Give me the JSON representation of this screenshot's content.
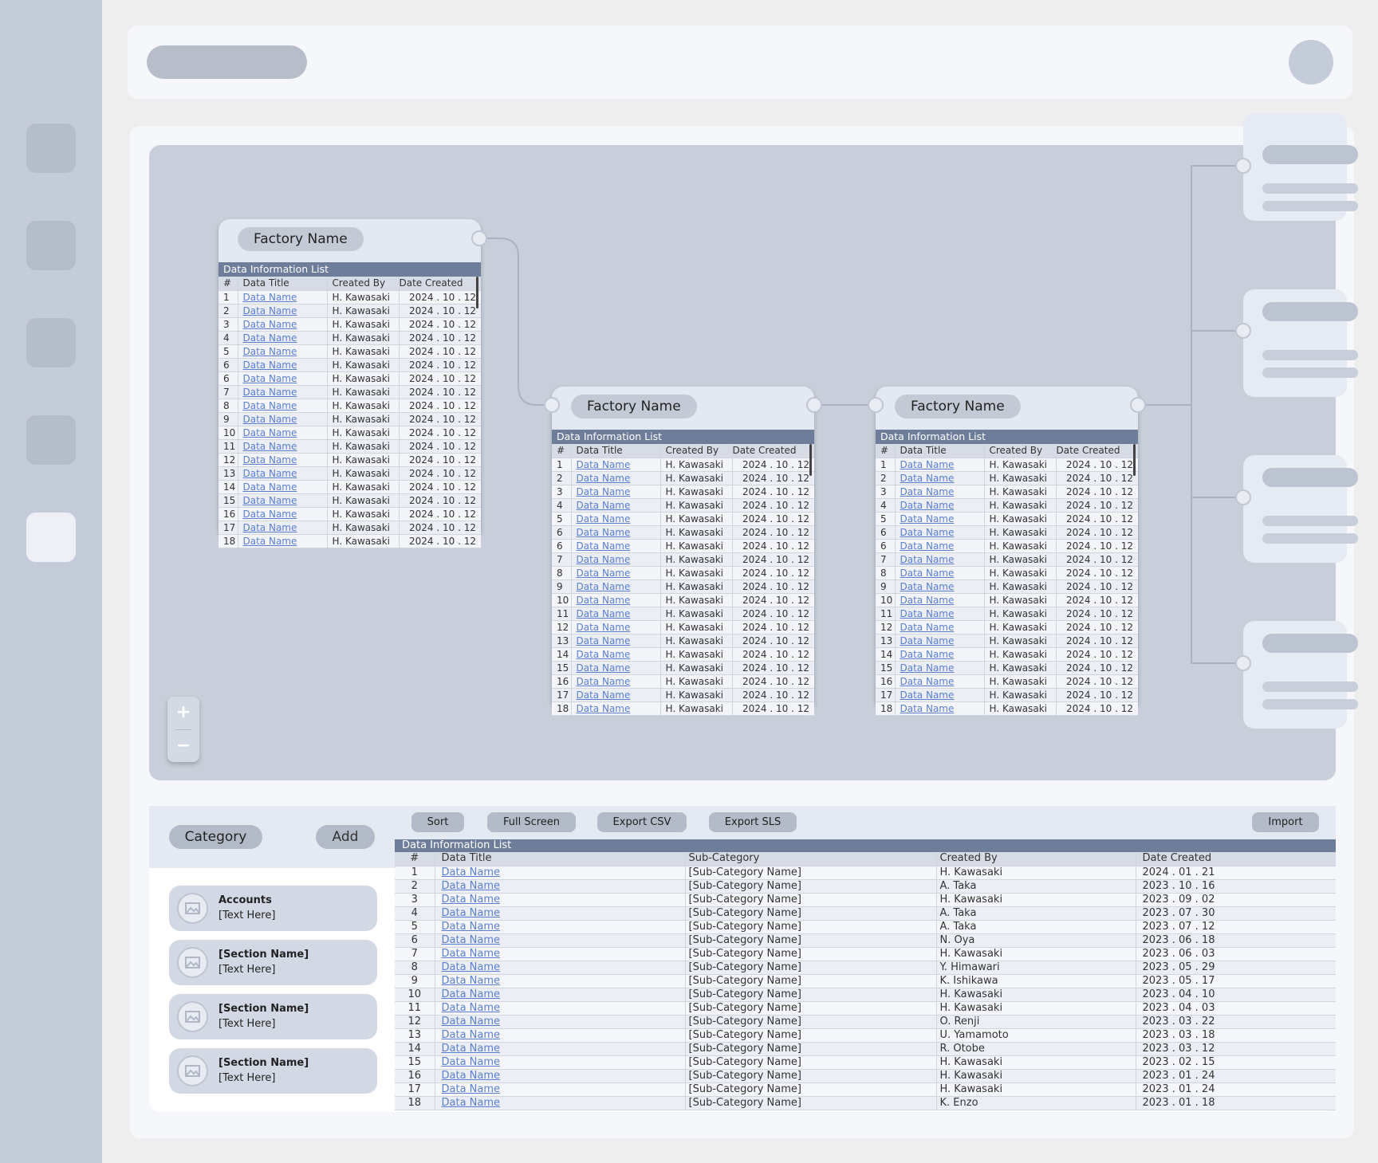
{
  "nodes": [
    {
      "title": "Factory Name",
      "list_title": "Data Information List"
    },
    {
      "title": "Factory Name",
      "list_title": "Data Information List"
    },
    {
      "title": "Factory Name",
      "list_title": "Data Information List"
    }
  ],
  "mini_table": {
    "headers": [
      "#",
      "Data Title",
      "Created By",
      "Date Created"
    ],
    "rows": [
      [
        "1",
        "Data Name",
        "H. Kawasaki",
        "2024 . 10 . 12"
      ],
      [
        "2",
        "Data Name",
        "H. Kawasaki",
        "2024 . 10 . 12"
      ],
      [
        "3",
        "Data Name",
        "H. Kawasaki",
        "2024 . 10 . 12"
      ],
      [
        "4",
        "Data Name",
        "H. Kawasaki",
        "2024 . 10 . 12"
      ],
      [
        "5",
        "Data Name",
        "H. Kawasaki",
        "2024 . 10 . 12"
      ],
      [
        "6",
        "Data Name",
        "H. Kawasaki",
        "2024 . 10 . 12"
      ],
      [
        "6",
        "Data Name",
        "H. Kawasaki",
        "2024 . 10 . 12"
      ],
      [
        "7",
        "Data Name",
        "H. Kawasaki",
        "2024 . 10 . 12"
      ],
      [
        "8",
        "Data Name",
        "H. Kawasaki",
        "2024 . 10 . 12"
      ],
      [
        "9",
        "Data Name",
        "H. Kawasaki",
        "2024 . 10 . 12"
      ],
      [
        "10",
        "Data Name",
        "H. Kawasaki",
        "2024 . 10 . 12"
      ],
      [
        "11",
        "Data Name",
        "H. Kawasaki",
        "2024 . 10 . 12"
      ],
      [
        "12",
        "Data Name",
        "H. Kawasaki",
        "2024 . 10 . 12"
      ],
      [
        "13",
        "Data Name",
        "H. Kawasaki",
        "2024 . 10 . 12"
      ],
      [
        "14",
        "Data Name",
        "H. Kawasaki",
        "2024 . 10 . 12"
      ],
      [
        "15",
        "Data Name",
        "H. Kawasaki",
        "2024 . 10 . 12"
      ],
      [
        "16",
        "Data Name",
        "H. Kawasaki",
        "2024 . 10 . 12"
      ],
      [
        "17",
        "Data Name",
        "H. Kawasaki",
        "2024 . 10 . 12"
      ],
      [
        "18",
        "Data Name",
        "H. Kawasaki",
        "2024 . 10 . 12"
      ]
    ]
  },
  "zoom": {
    "in": "+",
    "out": "−"
  },
  "category": {
    "label": "Category",
    "add": "Add",
    "items": [
      {
        "name": "Accounts",
        "text": "[Text Here]"
      },
      {
        "name": "[Section Name]",
        "text": "[Text Here]"
      },
      {
        "name": "[Section Name]",
        "text": "[Text Here]"
      },
      {
        "name": "[Section Name]",
        "text": "[Text Here]"
      }
    ]
  },
  "toolbar": {
    "sort": "Sort",
    "full_screen": "Full Screen",
    "export_csv": "Export CSV",
    "export_sls": "Export SLS",
    "import": "Import"
  },
  "big_table": {
    "title": "Data Information List",
    "headers": [
      "#",
      "Data Title",
      "Sub-Category",
      "Created By",
      "Date Created"
    ],
    "rows": [
      [
        "1",
        "Data Name",
        "[Sub-Category Name]",
        "H. Kawasaki",
        "2024 . 01 . 21"
      ],
      [
        "2",
        "Data Name",
        "[Sub-Category Name]",
        "A. Taka",
        "2023 . 10 . 16"
      ],
      [
        "3",
        "Data Name",
        "[Sub-Category Name]",
        "H. Kawasaki",
        "2023 . 09 . 02"
      ],
      [
        "4",
        "Data Name",
        "[Sub-Category Name]",
        "A. Taka",
        "2023 . 07 . 30"
      ],
      [
        "5",
        "Data Name",
        "[Sub-Category Name]",
        "A. Taka",
        "2023 . 07 . 12"
      ],
      [
        "6",
        "Data Name",
        "[Sub-Category Name]",
        "N. Oya",
        "2023 . 06 . 18"
      ],
      [
        "7",
        "Data Name",
        "[Sub-Category Name]",
        "H. Kawasaki",
        "2023 . 06 . 03"
      ],
      [
        "8",
        "Data Name",
        "[Sub-Category Name]",
        "Y. Himawari",
        "2023 . 05 . 29"
      ],
      [
        "9",
        "Data Name",
        "[Sub-Category Name]",
        "K. Ishikawa",
        "2023 . 05 . 17"
      ],
      [
        "10",
        "Data Name",
        "[Sub-Category Name]",
        "H. Kawasaki",
        "2023 . 04 . 10"
      ],
      [
        "11",
        "Data Name",
        "[Sub-Category Name]",
        "H. Kawasaki",
        "2023 . 04 . 03"
      ],
      [
        "12",
        "Data Name",
        "[Sub-Category Name]",
        "O. Renji",
        "2023 . 03 . 22"
      ],
      [
        "13",
        "Data Name",
        "[Sub-Category Name]",
        "U. Yamamoto",
        "2023 . 03 . 18"
      ],
      [
        "14",
        "Data Name",
        "[Sub-Category Name]",
        "R. Otobe",
        "2023 . 03 . 12"
      ],
      [
        "15",
        "Data Name",
        "[Sub-Category Name]",
        "H. Kawasaki",
        "2023 . 02 . 15"
      ],
      [
        "16",
        "Data Name",
        "[Sub-Category Name]",
        "H. Kawasaki",
        "2023 . 01 . 24"
      ],
      [
        "17",
        "Data Name",
        "[Sub-Category Name]",
        "H. Kawasaki",
        "2023 . 01 . 24"
      ],
      [
        "18",
        "Data Name",
        "[Sub-Category Name]",
        "K. Enzo",
        "2023 . 01 . 18"
      ]
    ]
  }
}
